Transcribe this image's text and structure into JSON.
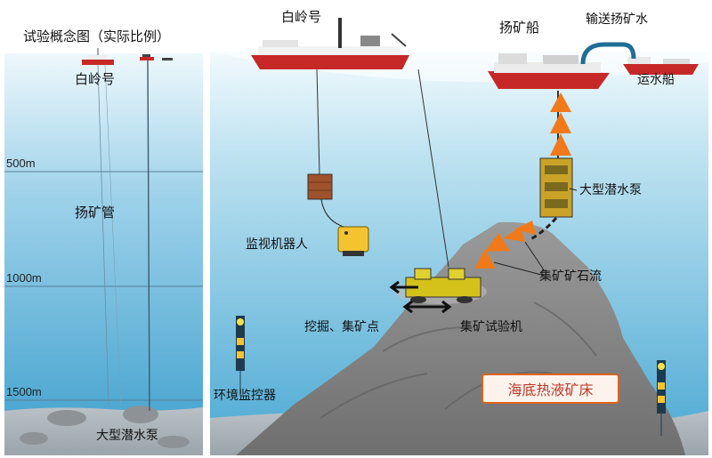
{
  "left_panel": {
    "title": "试验概念图（实际比例）",
    "ship_label": "白岭号",
    "riser_label": "扬矿管",
    "pump_label": "大型潜水泵",
    "depth_marks": [
      "500m",
      "1000m",
      "1500m"
    ]
  },
  "main_panel": {
    "ship_label": "白岭号",
    "mining_ship_label": "扬矿船",
    "transport_water_label": "输送扬矿水",
    "water_ship_label": "运水船",
    "pump_label": "大型潜水泵",
    "robot_label": "监视机器人",
    "ore_flow_label": "集矿矿石流",
    "dig_label": "挖掘、集矿点",
    "collector_label": "集矿试验机",
    "monitor_label": "环境监控器",
    "field_label": "海底热液矿床"
  },
  "colors": {
    "arrow_orange": "#f07a1a",
    "field_border": "#e0621a",
    "field_text": "#c0392b",
    "ship_hull_red": "#c62828",
    "sea_top": "#eaf6fb",
    "sea_bottom": "#3a9fcc"
  }
}
